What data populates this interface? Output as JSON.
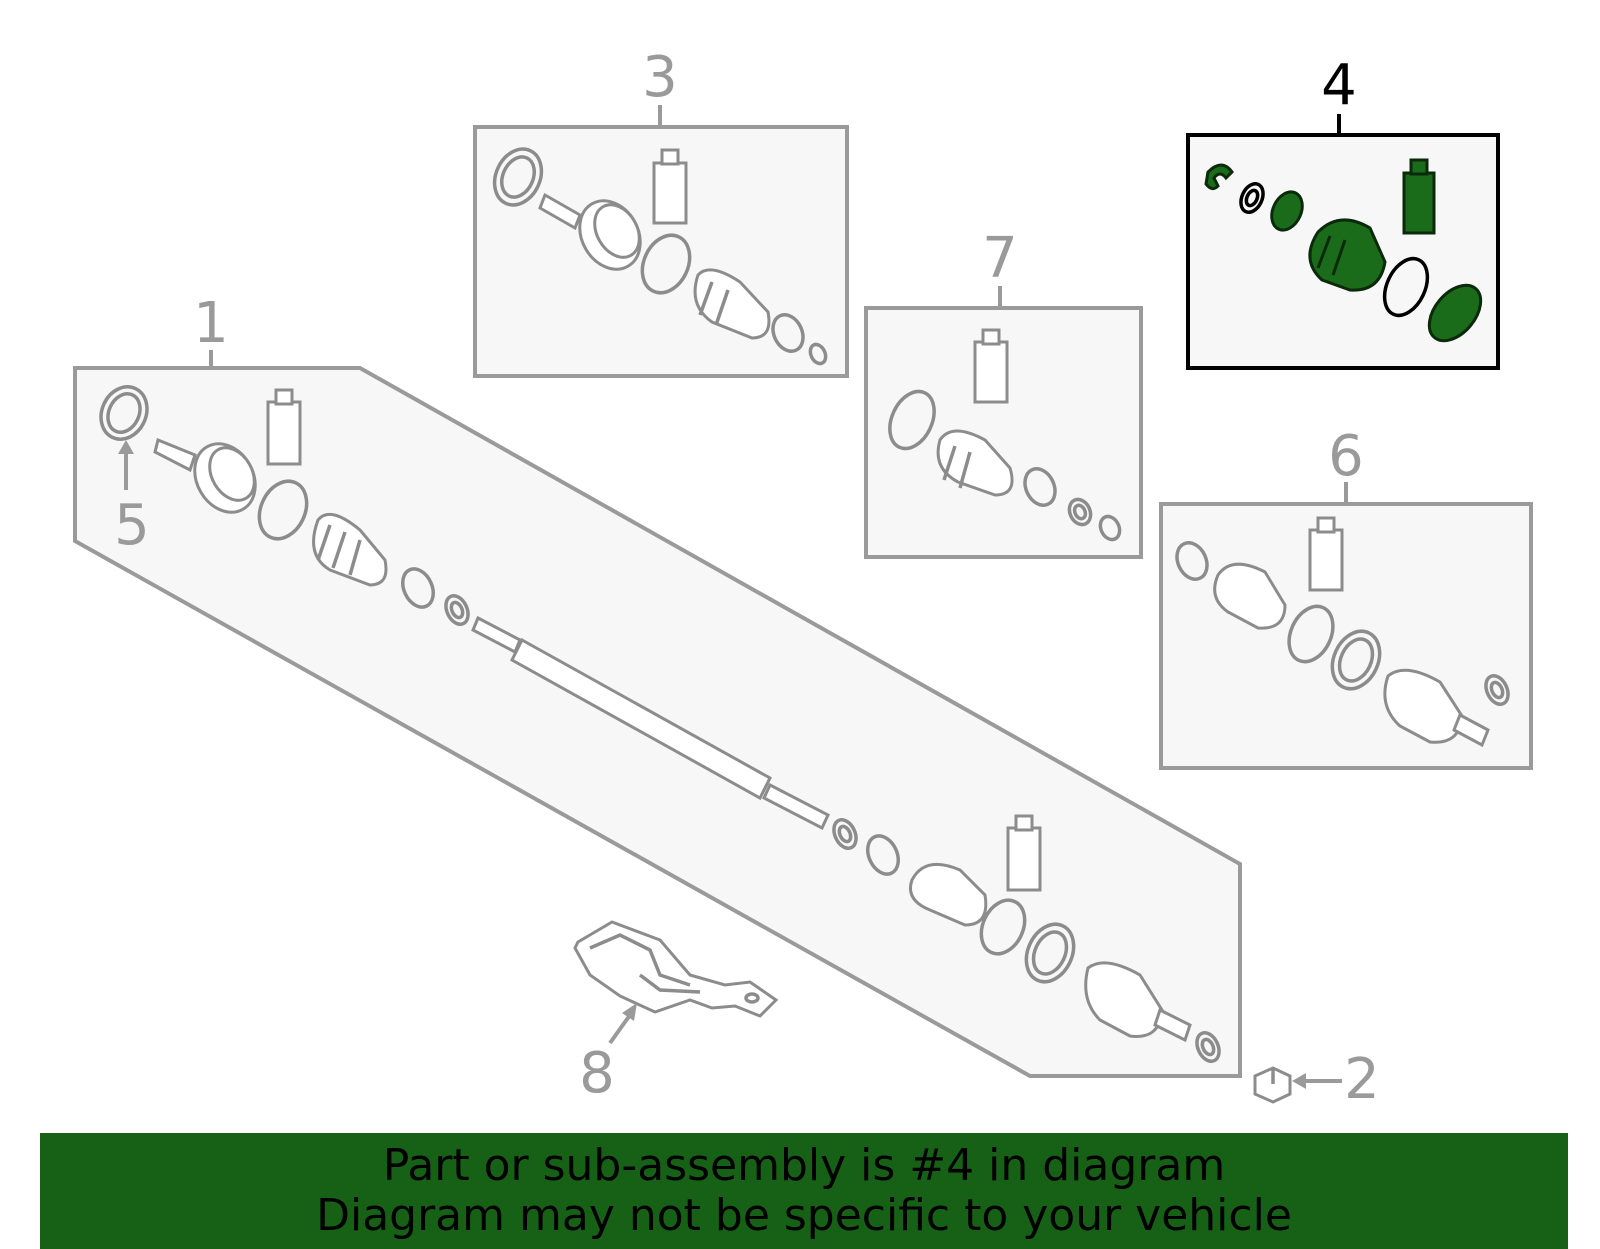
{
  "callouts": {
    "c1": "1",
    "c2": "2",
    "c3": "3",
    "c4": "4",
    "c5": "5",
    "c6": "6",
    "c7": "7",
    "c8": "8"
  },
  "highlight": {
    "selected_callout": "4",
    "highlight_color": "#176117"
  },
  "banner": {
    "line1": "Part or sub-assembly is #4 in diagram",
    "line2": "Diagram may not be specific to your vehicle"
  }
}
